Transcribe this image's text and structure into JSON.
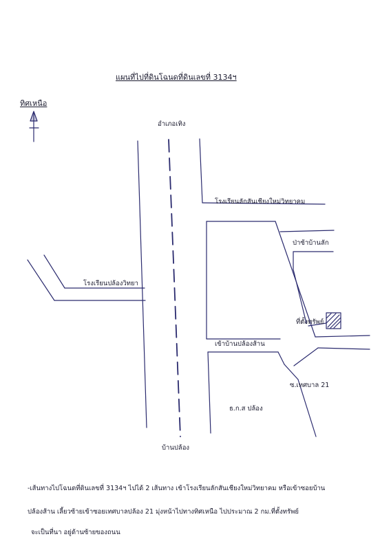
{
  "title": "แผนที่ไปที่ดินโฉนดที่ดินเลขที่ 3134ฯ",
  "north_label": "ทิศเหนือ",
  "labels": {
    "amphoe_thoeng": "อำเภอเทิง",
    "school_laksan": "โรงเรียนลักสันเชียงใหม่วิทยาคม",
    "pa_sak": "ป่าซ้าบ้านลัก",
    "school_plong": "โรงเรียนปล้องวิทยา",
    "property_site": "ที่ตั้งทรัพย์",
    "to_ban_plong": "เข้าบ้านปล้องส้าน",
    "soi_thesaban": "ซ.เทศบาล 21",
    "baac": "ธ.ก.ส ปล้อง",
    "ban_plong": "บ้านปล้อง"
  },
  "description": {
    "line1": "-เส้นทางไปโฉนดที่ดินเลขที่ 3134ฯ ไปได้ 2 เส้นทาง เข้าโรงเรียนลักสันเชียงใหม่วิทยาคม หรือเข้าซอยบ้าน",
    "line2": "ปล้องส้าน เลี้ยวซ้ายเข้าซอยเทศบาลปล้อง 21 มุ่งหน้าไปทางทิศเหนือ ไปประมาณ 2 กม.ที่ตั้งทรัพย์",
    "line3": "จะเป็นที่นา อยู่ด้านซ้ายของถนน"
  },
  "colors": {
    "ink": "#2a2a6e"
  }
}
